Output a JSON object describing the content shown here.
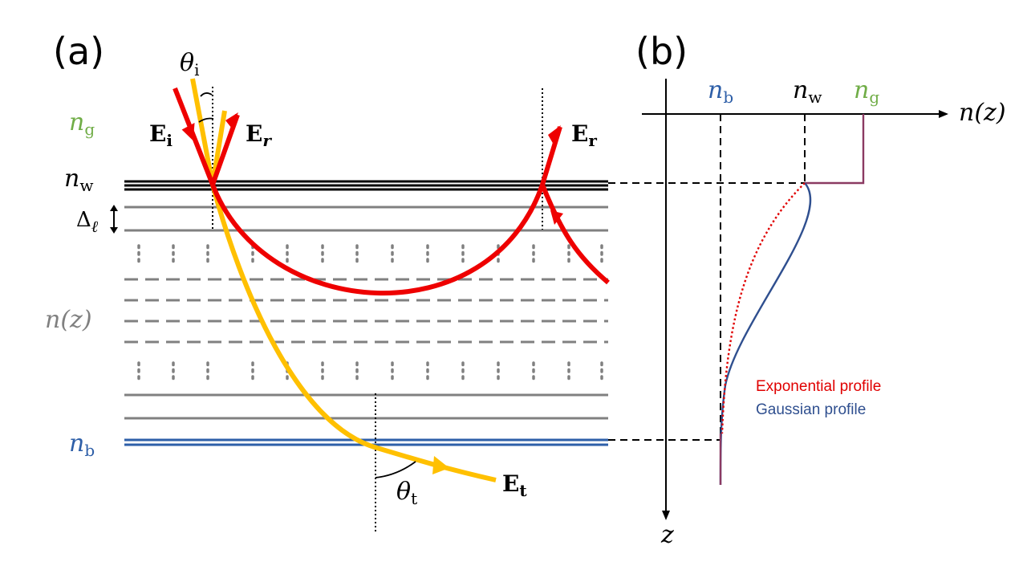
{
  "panels": {
    "a": "(a)",
    "b": "(b)"
  },
  "colors": {
    "green": "#70ad47",
    "blue": "#2e5fa8",
    "gray": "#808080",
    "red": "#ee0000",
    "yellow": "#ffc000",
    "exp_legend": "#e00000",
    "gauss_legend": "#2f4f8f"
  },
  "labels_a": {
    "n_g": {
      "base": "n",
      "sub": "g"
    },
    "n_w": {
      "base": "n",
      "sub": "w"
    },
    "delta": {
      "base": "Δ",
      "sub": "ℓ"
    },
    "n_z": "n(z)",
    "n_b": {
      "base": "n",
      "sub": "b"
    },
    "theta_i": {
      "base": "θ",
      "sub": "i"
    },
    "theta_t": {
      "base": "θ",
      "sub": "t"
    },
    "E_i": {
      "base": "E",
      "sub": "i"
    },
    "E_r_italic": {
      "base": "E",
      "sub": "r"
    },
    "E_r": {
      "base": "E",
      "sub": "r"
    },
    "E_t": {
      "base": "E",
      "sub": "t"
    }
  },
  "labels_b": {
    "n_b": {
      "base": "n",
      "sub": "b"
    },
    "n_w": {
      "base": "n",
      "sub": "w"
    },
    "n_g": {
      "base": "n",
      "sub": "g"
    },
    "x_axis": "n(z)",
    "z_axis": "z"
  },
  "legend": {
    "exponential": "Exponential profile",
    "gaussian": "Gaussian profile"
  }
}
